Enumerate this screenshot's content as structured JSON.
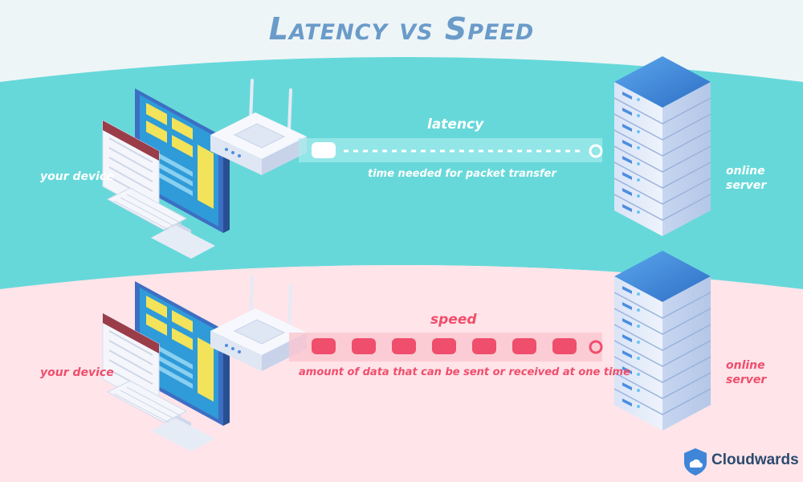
{
  "title": "Latency vs Speed",
  "latency_panel": {
    "device_label": "your device",
    "server_label": "online server",
    "link_label": "latency",
    "link_description": "time needed for packet transfer"
  },
  "speed_panel": {
    "device_label": "your device",
    "server_label": "online server",
    "link_label": "speed",
    "link_description": "amount of data that can be sent or received at one time"
  },
  "brand": {
    "name": "Cloudwards"
  },
  "colors": {
    "latency_band": "#67d8da",
    "speed_band": "#ffe4e9",
    "speed_accent": "#ef4e6c",
    "title": "#6a9bc9",
    "server_top": "#3f86d8",
    "server_body": "#e3ecfa"
  },
  "icons": [
    "desktop-computer-icon",
    "router-icon",
    "server-rack-icon",
    "cloudwards-logo-icon"
  ]
}
